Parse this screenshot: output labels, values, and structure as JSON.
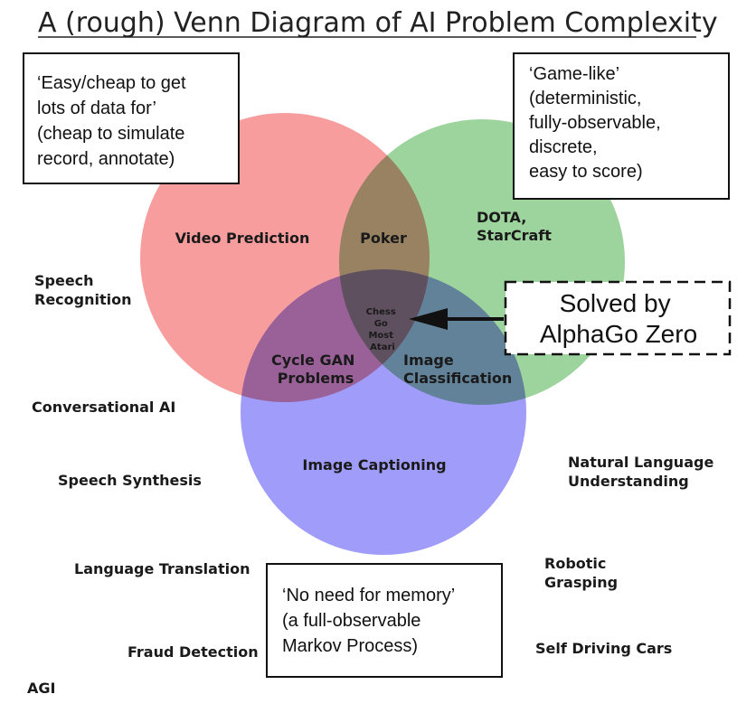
{
  "title": "A (rough) Venn Diagram of AI Problem Complexity",
  "circles": {
    "data": {
      "color": "#f47c7c"
    },
    "game": {
      "color": "#7cc47c"
    },
    "memory": {
      "color": "#7f7cf7"
    }
  },
  "notes": {
    "data": [
      "‘Easy/cheap to get",
      "lots of data for’",
      "(cheap to simulate",
      "record, annotate)"
    ],
    "game": [
      "‘Game-like’",
      "(deterministic,",
      "fully-observable,",
      "discrete,",
      "easy to score)"
    ],
    "memory": [
      "‘No need for memory’",
      "(a full-observable",
      "Markov Process)"
    ],
    "solved": [
      "Solved by",
      "AlphaGo Zero"
    ]
  },
  "regions": {
    "data_only": [
      "Video Prediction"
    ],
    "data_game": [
      "Poker"
    ],
    "game_only": [
      "DOTA,",
      "StarCraft"
    ],
    "center": [
      "Chess",
      "Go",
      "Most",
      "Atari"
    ],
    "data_memory": [
      "Cycle GAN",
      "Problems"
    ],
    "game_memory": [
      "Image",
      "Classification"
    ],
    "memory_only": [
      "Image Captioning"
    ]
  },
  "outside": {
    "speech_recognition": [
      "Speech",
      "Recognition"
    ],
    "conversational_ai": [
      "Conversational AI"
    ],
    "speech_synthesis": [
      "Speech Synthesis"
    ],
    "language_translation": [
      "Language Translation"
    ],
    "fraud_detection": [
      "Fraud Detection"
    ],
    "agi": [
      "AGI"
    ],
    "nlu": [
      "Natural Language",
      "Understanding"
    ],
    "robotic_grasping": [
      "Robotic",
      "Grasping"
    ],
    "self_driving": [
      "Self Driving Cars"
    ]
  }
}
